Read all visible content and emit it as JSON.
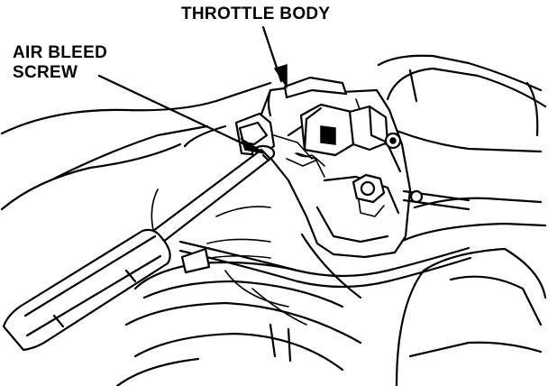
{
  "labels": {
    "throttle_body": "THROTTLE BODY",
    "air_bleed_screw_line1": "AIR BLEED",
    "air_bleed_screw_line2": "SCREW"
  },
  "colors": {
    "ink": "#000000",
    "paper": "#ffffff"
  }
}
